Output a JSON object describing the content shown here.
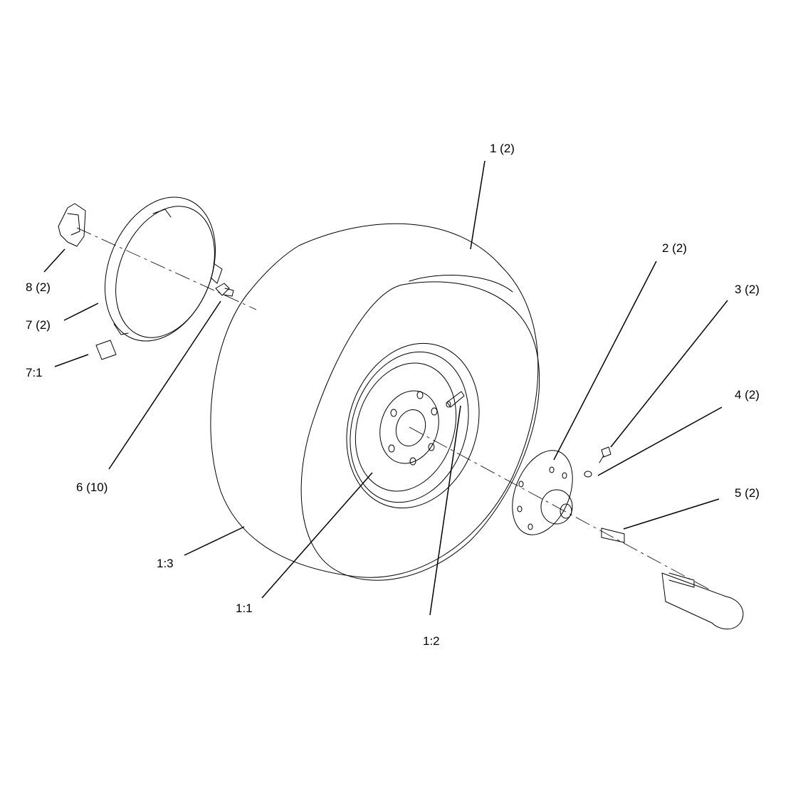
{
  "callouts": {
    "tire_assembly": "1 (2)",
    "hub": "2 (2)",
    "bolt": "3 (2)",
    "washer": "4 (2)",
    "key": "5 (2)",
    "lug_nut": "6 (10)",
    "wheel_cover": "7 (2)",
    "decal": "7:1",
    "emblem": "8 (2)",
    "wheel_rim": "1:1",
    "valve_stem": "1:2",
    "tire": "1:3"
  }
}
